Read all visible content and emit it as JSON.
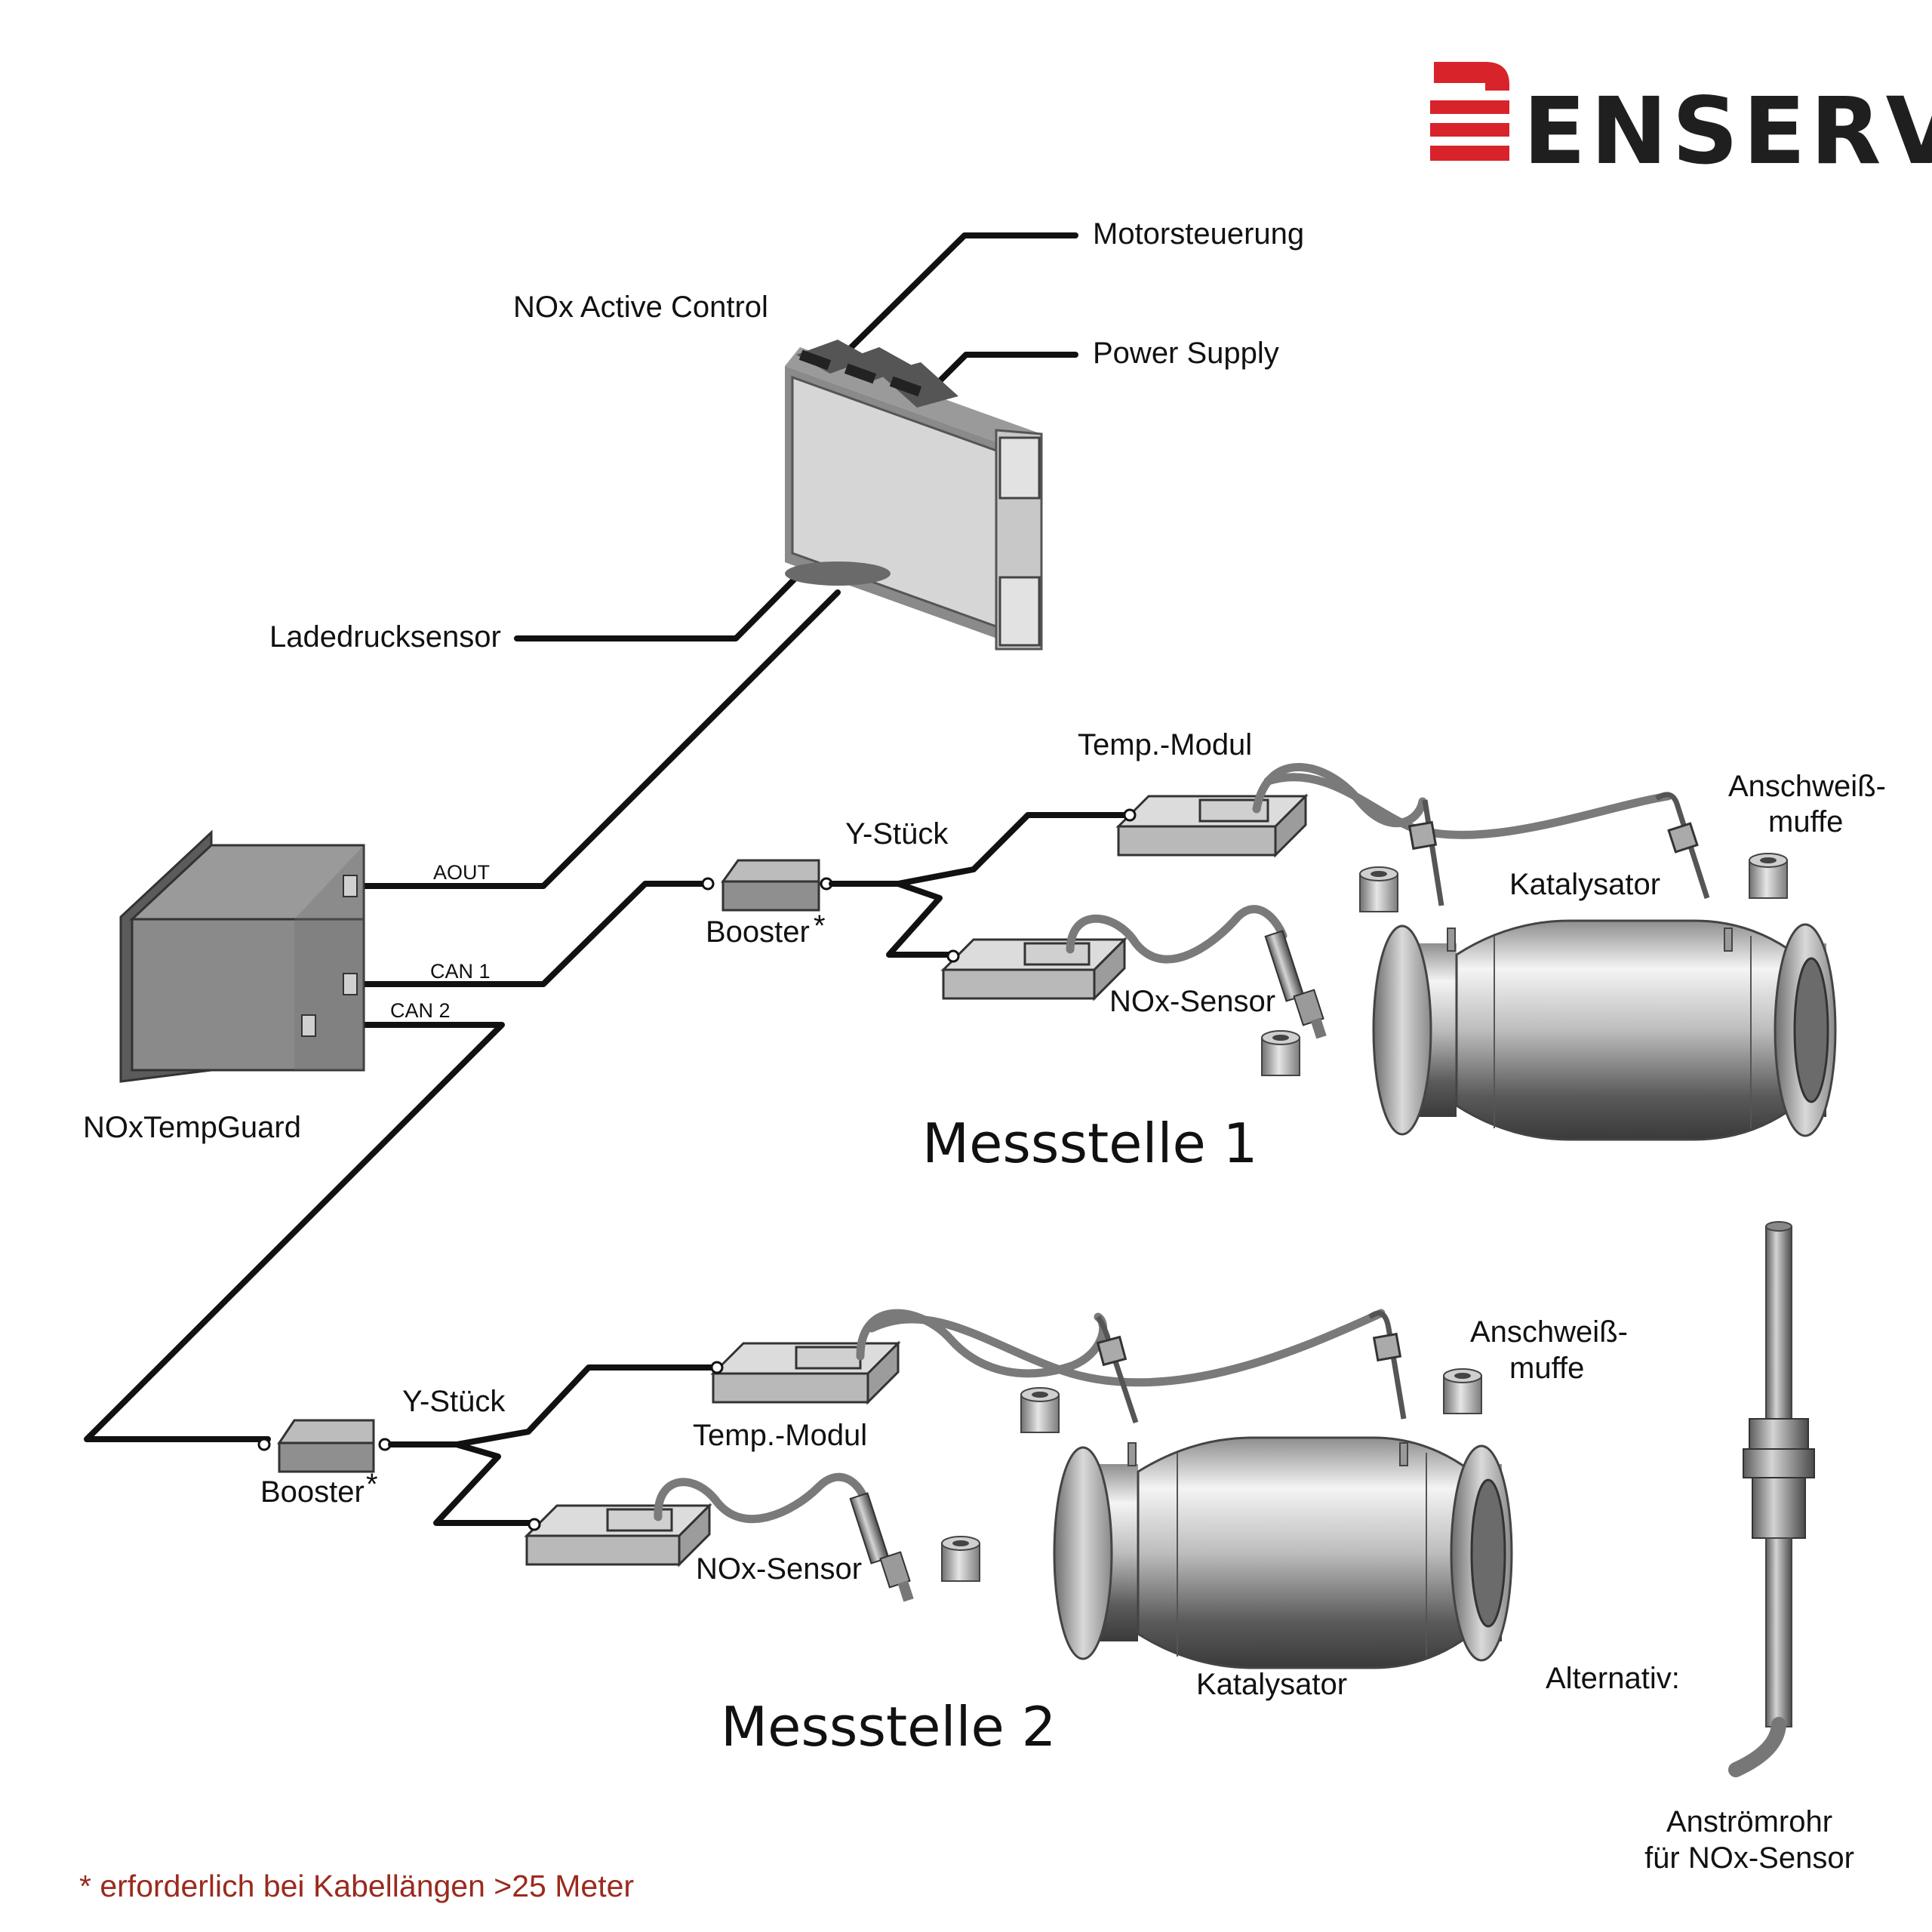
{
  "brand": {
    "name": "ENSERV",
    "color_red": "#d8232a",
    "color_dark": "#1f1f1f"
  },
  "labels": {
    "motorsteuerung": "Motorsteuerung",
    "nox_active_control": "NOx Active Control",
    "power_supply": "Power Supply",
    "ladedrucksensor": "Ladedrucksensor",
    "aout": "AOUT",
    "can1": "CAN 1",
    "can2": "CAN 2",
    "noxtempguard": "NOxTempGuard",
    "footnote": "* erforderlich bei Kabellängen >25 Meter",
    "alternativ": "Alternativ:",
    "anstroemrohr_line1": "Anströmrohr",
    "anstroemrohr_line2": "für NOx-Sensor"
  },
  "messstelle1": {
    "title": "Messstelle 1",
    "temp_modul": "Temp.-Modul",
    "y_stueck": "Y-Stück",
    "booster": "Booster",
    "booster_star": "*",
    "nox_sensor": "NOx-Sensor",
    "katalysator": "Katalysator",
    "anschweiss_line1": "Anschweiß-",
    "anschweiss_line2": "muffe"
  },
  "messstelle2": {
    "title": "Messstelle 2",
    "temp_modul": "Temp.-Modul",
    "y_stueck": "Y-Stück",
    "booster": "Booster",
    "booster_star": "*",
    "nox_sensor": "NOx-Sensor",
    "katalysator": "Katalysator",
    "anschweiss_line1": "Anschweiß-",
    "anschweiss_line2": "muffe"
  },
  "colors": {
    "footnote": "#9b2a1e",
    "wire": "#111111",
    "cable": "#7a7a7a"
  }
}
